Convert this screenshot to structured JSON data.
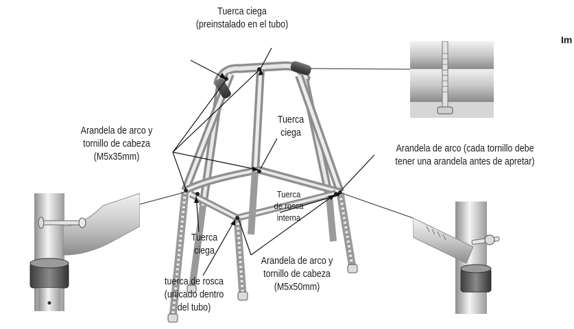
{
  "labels": {
    "tuerca_ciega_top": [
      "Tuerca ciega",
      "(preinstalado en el tubo)"
    ],
    "arandela_m5x35": [
      "Arandela de arco y",
      "tornillo de cabeza",
      "(M5x35mm)"
    ],
    "tuerca_ciega_center": [
      "Tuerca",
      "ciega"
    ],
    "arandela_right": [
      "Arandela de arco (cada tornillo debe",
      "tener una arandela antes de apretar)"
    ],
    "tuerca_rosca_interna": [
      "Tuerca",
      "de rosca",
      "interna"
    ],
    "tuerca_ciega_bottom": [
      "Tuerca",
      "ciega"
    ],
    "arandela_m5x50": [
      "Arandela de arco y",
      "tornillo de cabeza",
      "(M5x50mm)"
    ],
    "tuerca_rosca_bottom": [
      "tuerca de rosca",
      "(unicado dentro",
      "del tubo)"
    ]
  },
  "edge_text": "Im"
}
